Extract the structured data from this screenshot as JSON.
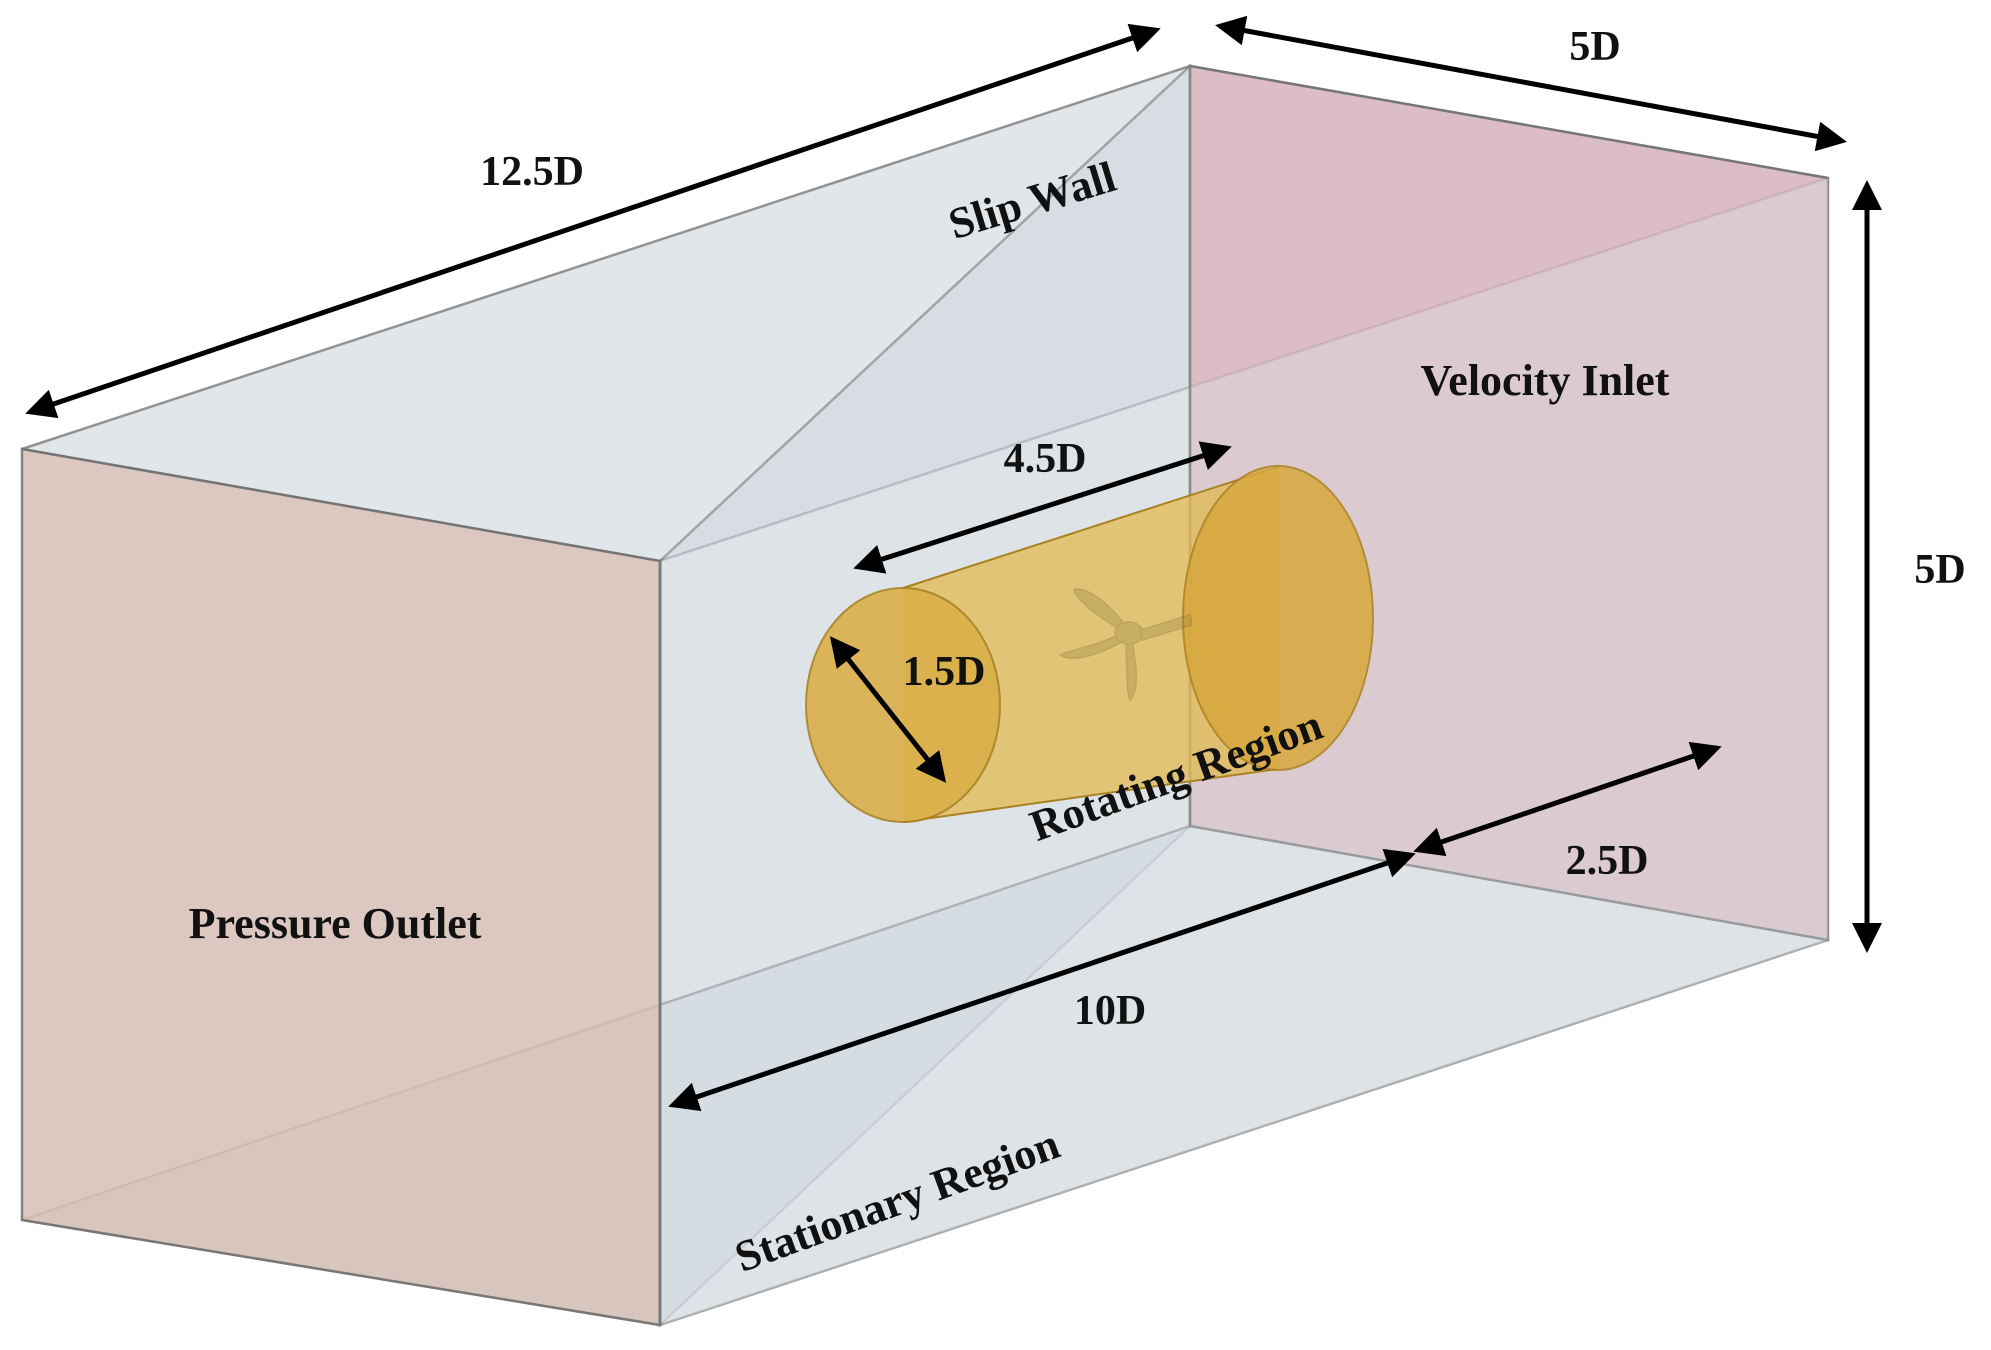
{
  "labels": {
    "slip_wall": "Slip Wall",
    "velocity_inlet": "Velocity Inlet",
    "pressure_outlet": "Pressure Outlet",
    "rotating_region": "Rotating Region",
    "stationary_region": "Stationary Region"
  },
  "dimensions": {
    "length_top": "12.5D",
    "width_top": "5D",
    "height_right": "5D",
    "rotating_length": "4.5D",
    "rotating_diameter": "1.5D",
    "downstream_length": "10D",
    "upstream_length": "2.5D"
  },
  "colors": {
    "domain_fill": "#cfd6dd",
    "inlet_fill": "#dcb3bc",
    "outlet_fill": "#d7bfb6",
    "rotating_fill": "#e2b94f",
    "rotating_stroke": "#a98222",
    "arrow": "#000000"
  }
}
